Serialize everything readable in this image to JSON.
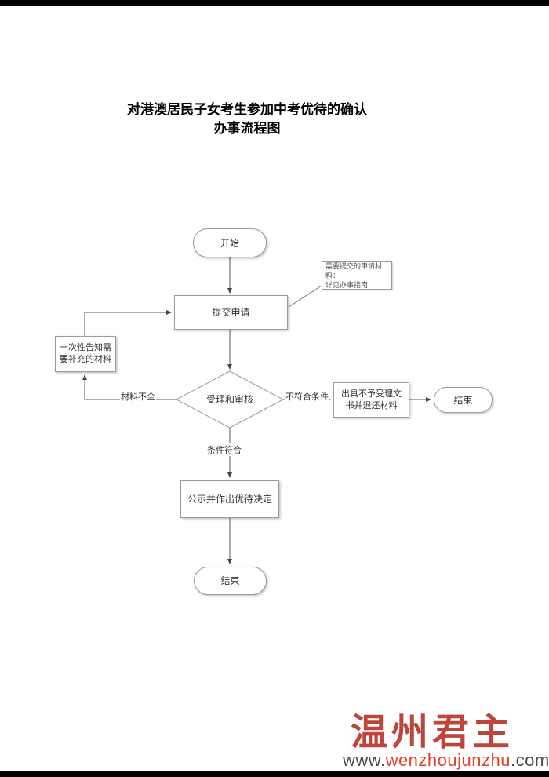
{
  "document": {
    "title_line1": "对港澳居民子女考生参加中考优待的确认",
    "title_line2": "办事流程图"
  },
  "flowchart": {
    "start_label": "开始",
    "submit_label": "提交申请",
    "note_line1": "需要提交的申请材料：",
    "note_line2": "详见办事指南",
    "notify_line1": "一次性告知需",
    "notify_line2": "要补充的材料",
    "review_label": "受理和审核",
    "edge_incomplete": "材料不全",
    "edge_not_qualified": "不符合条件",
    "edge_qualified": "条件符合",
    "reject_line1": "出具不予受理文",
    "reject_line2": "书并退还材料",
    "end_right_label": "结束",
    "publish_label": "公示并作出优待决定",
    "end_bottom_label": "结束"
  },
  "watermark": {
    "brand": "温州君主",
    "url_www": "www.",
    "url_domain": "wenzhoujunzhu",
    "url_tld": ".com",
    "brand_color": "#b8362c",
    "url_red": "#e2402a"
  }
}
